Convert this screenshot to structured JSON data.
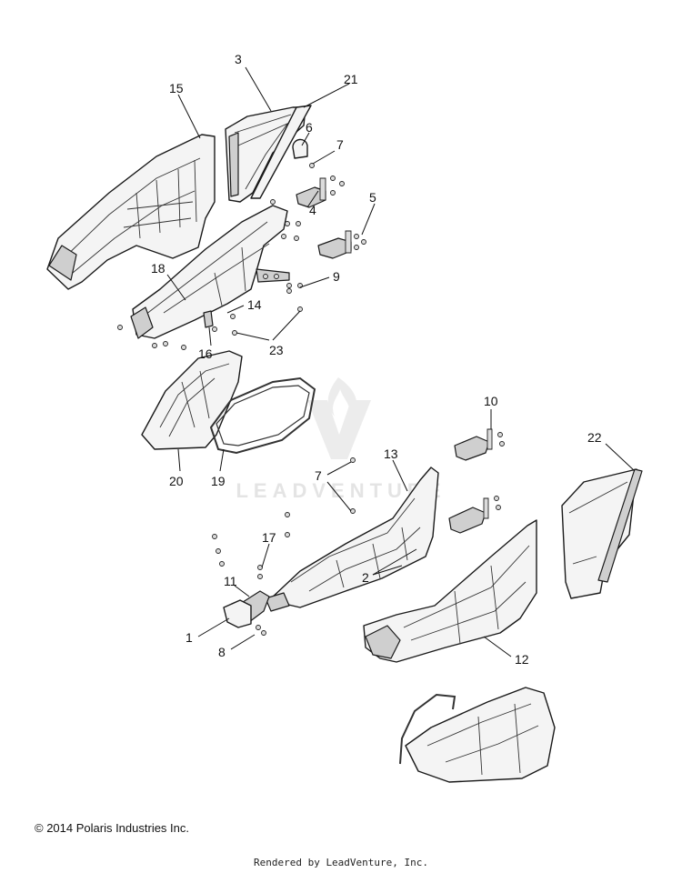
{
  "watermark": {
    "text": "LEADVENTURE"
  },
  "callouts": [
    "1",
    "2",
    "3",
    "4",
    "5",
    "6",
    "7",
    "8",
    "9",
    "10",
    "11",
    "12",
    "13",
    "14",
    "15",
    "16",
    "17",
    "18",
    "19",
    "20",
    "21",
    "22",
    "23"
  ],
  "footer": {
    "copyright": "© 2014 Polaris Industries Inc.",
    "rendered_by": "Rendered by LeadVenture, Inc."
  }
}
